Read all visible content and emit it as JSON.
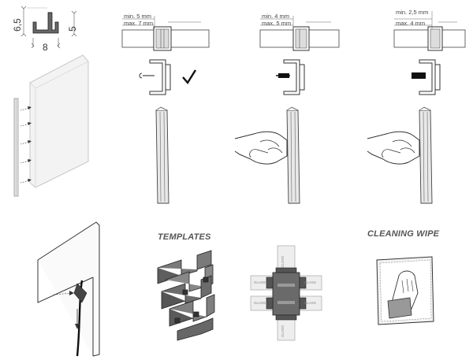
{
  "profile_dimensions": {
    "height_left": "6,5",
    "height_right": "5",
    "width": "8"
  },
  "thickness_specs": [
    {
      "min": "min. 5 mm",
      "max": "max. 7 mm"
    },
    {
      "min": "min. 4 mm",
      "max": "max. 5 mm"
    },
    {
      "min": "min. 2,5 mm",
      "max": "max. 4 mm"
    }
  ],
  "headings": {
    "templates": "TEMPLATES",
    "cleaning_wipe": "CLEANING WIPE"
  },
  "template_labels": {
    "glass": "GLASS"
  },
  "icons": {
    "check": "checkmark-icon"
  }
}
